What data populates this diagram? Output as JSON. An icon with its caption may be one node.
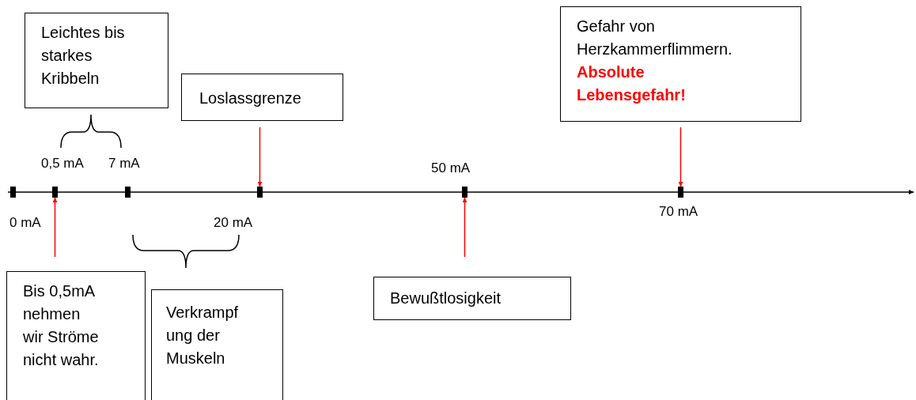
{
  "diagram": {
    "nodes": [
      {
        "text": [
          "Leichtes bis starkes Kribbeln"
        ]
      },
      {
        "text": [
          "Loslassgrenze"
        ]
      },
      {
        "text": [
          "Gefahr von Herzkammerflimmern.",
          "Absolute Lebensgefahr!"
        ]
      },
      {
        "text": [],
        "shape": "bar",
        "beside": [
          "0 mA"
        ]
      },
      {
        "text": [],
        "shape": "bar",
        "beside": [
          "0,5 mA"
        ]
      },
      {
        "text": [],
        "shape": "bar",
        "beside": [
          "7 mA"
        ]
      },
      {
        "text": [],
        "shape": "bar",
        "beside": [
          "20 mA"
        ]
      },
      {
        "text": [],
        "shape": "bar",
        "beside": [
          "50 mA"
        ]
      },
      {
        "text": [],
        "shape": "bar",
        "beside": [
          "70 mA"
        ]
      },
      {
        "text": [
          "Bis 0,5mA nehmen wir Ströme nicht wahr."
        ]
      },
      {
        "text": [
          "Verkrampf ung der Muskeln"
        ]
      },
      {
        "text": [
          "Bewußtlosigkeit"
        ]
      }
    ],
    "edges": [
      {
        "from": 1,
        "to": 6,
        "arrow": "to"
      },
      {
        "from": 2,
        "to": 8,
        "arrow": "to"
      },
      {
        "from": 9,
        "to": 4,
        "arrow": "to"
      },
      {
        "from": 11,
        "to": 7,
        "arrow": "to"
      }
    ]
  }
}
